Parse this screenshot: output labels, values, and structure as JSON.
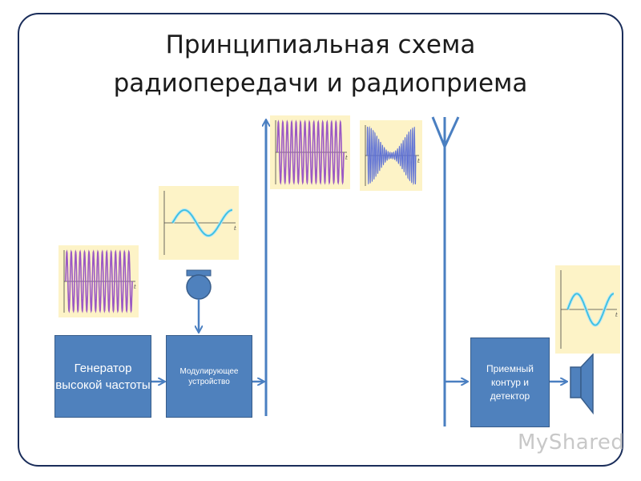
{
  "title_line1": "Принципиальная схема",
  "title_line2": "радиопередачи и радиоприема",
  "blocks": {
    "generator": "Генератор высокой частоты",
    "modulator": "Модулирующее устройство",
    "receiver": "Приемный контур и детектор"
  },
  "watermark": "MyShared",
  "colors": {
    "frame": "#1a2d5a",
    "block": "#4f81bd",
    "arrow": "#4a7fc1",
    "plot_bg": "#fdf3c7",
    "carrier_wave": "#9b59c4",
    "modulated_wave": "#5b6fd6",
    "sound_wave": "#3ec0df"
  }
}
